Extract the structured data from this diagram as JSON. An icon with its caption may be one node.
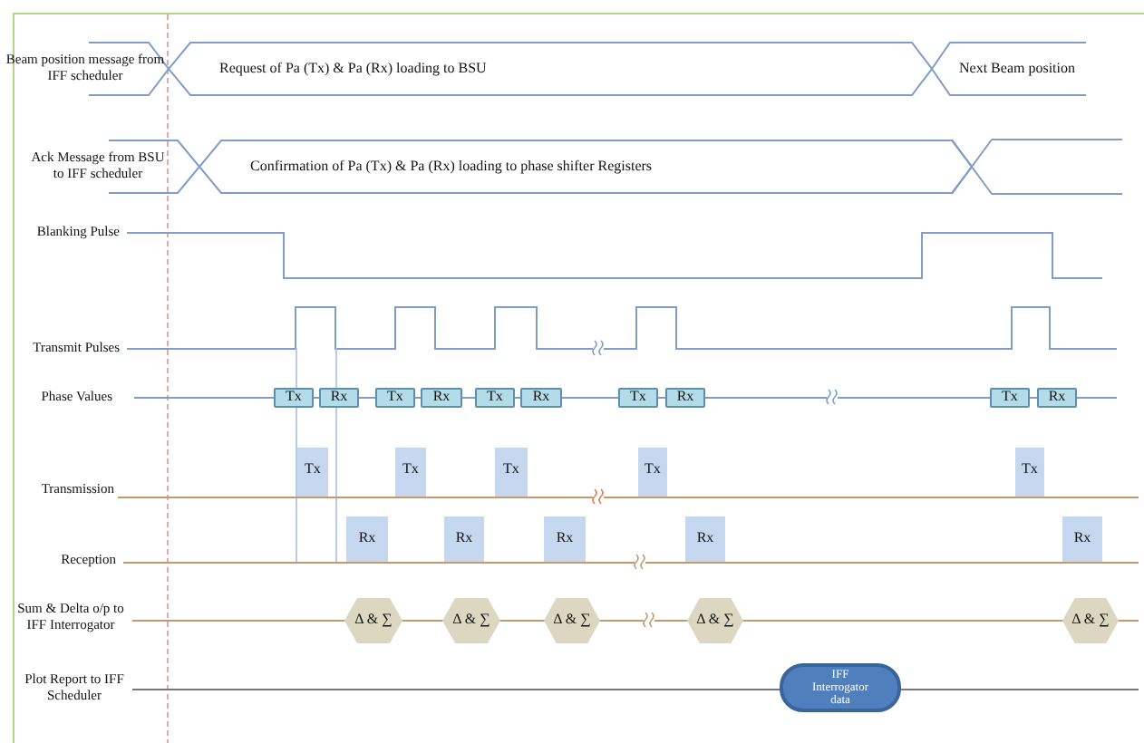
{
  "diagram": {
    "nodes": [
      {
        "text": [
          "Request of Pa (Tx) & Pa (Rx) loading to BSU"
        ]
      },
      {
        "text": [
          "Next Beam position"
        ]
      },
      {
        "text": [
          "Confirmation of  Pa (Tx) & Pa (Rx)  loading to phase shifter Registers"
        ]
      },
      {
        "text": [
          "Tx"
        ]
      },
      {
        "text": [
          "Rx"
        ]
      },
      {
        "text": [
          "Tx"
        ]
      },
      {
        "text": [
          "Rx"
        ]
      },
      {
        "text": [
          "Tx"
        ]
      },
      {
        "text": [
          "Rx"
        ]
      },
      {
        "text": [
          "Tx"
        ]
      },
      {
        "text": [
          "Rx"
        ]
      },
      {
        "text": [
          "Tx"
        ]
      },
      {
        "text": [
          "Rx"
        ]
      },
      {
        "text": [
          "Tx"
        ]
      },
      {
        "text": [
          "Tx"
        ]
      },
      {
        "text": [
          "Tx"
        ]
      },
      {
        "text": [
          "Tx"
        ]
      },
      {
        "text": [
          "Tx"
        ]
      },
      {
        "text": [
          "Rx"
        ]
      },
      {
        "text": [
          "Rx"
        ]
      },
      {
        "text": [
          "Rx"
        ]
      },
      {
        "text": [
          "Rx"
        ]
      },
      {
        "text": [
          "Rx"
        ]
      },
      {
        "text": [
          "Δ & ∑"
        ]
      },
      {
        "text": [
          "Δ & ∑"
        ]
      },
      {
        "text": [
          "Δ & ∑"
        ]
      },
      {
        "text": [
          "Δ & ∑"
        ]
      },
      {
        "text": [
          "Δ & ∑"
        ]
      },
      {
        "text": [
          "IFF Interrogator data"
        ]
      }
    ],
    "labels": [
      "Beam position message from IFF scheduler",
      "Ack Message from BSU to IFF scheduler",
      "Blanking Pulse",
      "Transmit Pulses",
      "Phase Values",
      "Transmission",
      "Reception",
      "Sum & Delta o/p to IFF Interrogator",
      "Plot Report to IFF Scheduler"
    ]
  }
}
